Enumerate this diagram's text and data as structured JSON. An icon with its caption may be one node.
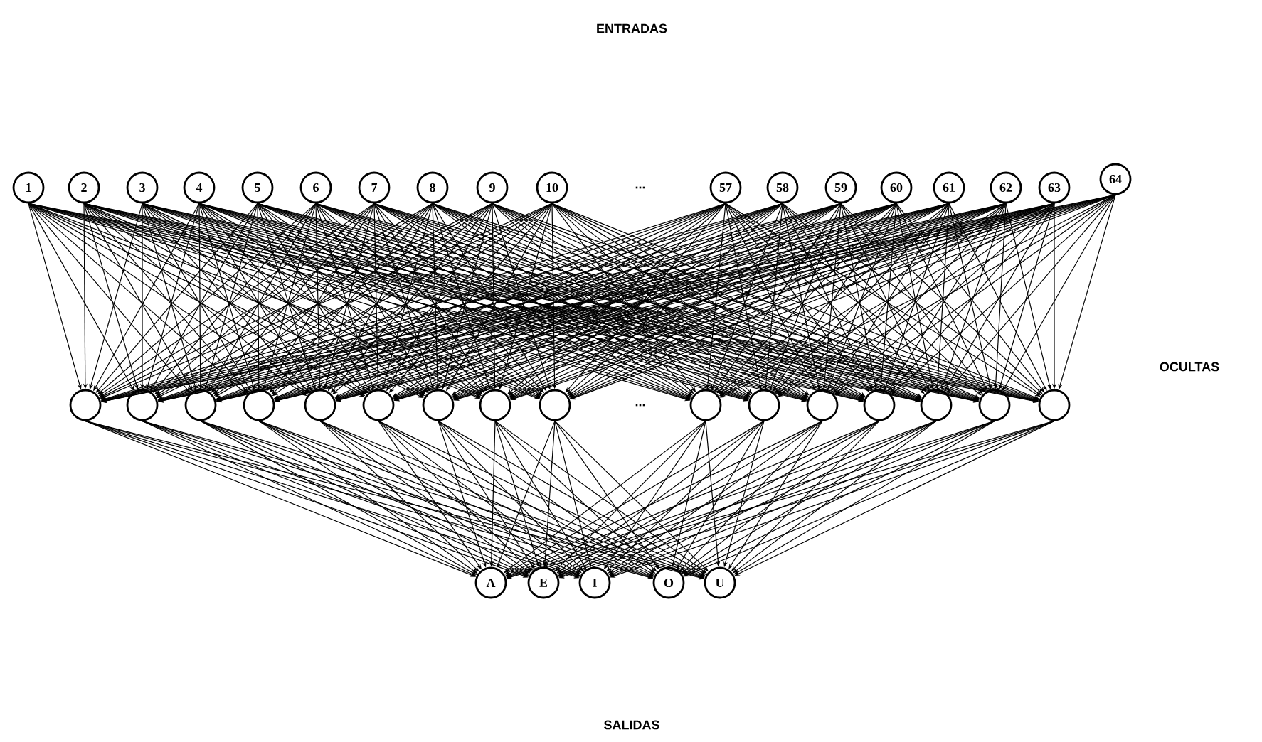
{
  "diagram": {
    "nodes": [
      {
        "text": [
          "1"
        ]
      },
      {
        "text": [
          "2"
        ]
      },
      {
        "text": [
          "3"
        ]
      },
      {
        "text": [
          "4"
        ]
      },
      {
        "text": [
          "5"
        ]
      },
      {
        "text": [
          "6"
        ]
      },
      {
        "text": [
          "7"
        ]
      },
      {
        "text": [
          "8"
        ]
      },
      {
        "text": [
          "9"
        ]
      },
      {
        "text": [
          "10"
        ]
      },
      {
        "text": [
          "57"
        ]
      },
      {
        "text": [
          "58"
        ]
      },
      {
        "text": [
          "59"
        ]
      },
      {
        "text": [
          "60"
        ]
      },
      {
        "text": [
          "61"
        ]
      },
      {
        "text": [
          "62"
        ]
      },
      {
        "text": [
          "63"
        ]
      },
      {
        "text": [
          "64"
        ]
      },
      {
        "text": [],
        "shape": "circle"
      },
      {
        "text": [],
        "shape": "circle"
      },
      {
        "text": [],
        "shape": "circle"
      },
      {
        "text": [],
        "shape": "circle"
      },
      {
        "text": [],
        "shape": "circle"
      },
      {
        "text": [],
        "shape": "circle"
      },
      {
        "text": [],
        "shape": "circle"
      },
      {
        "text": [],
        "shape": "circle"
      },
      {
        "text": [],
        "shape": "circle"
      },
      {
        "text": [],
        "shape": "circle"
      },
      {
        "text": [],
        "shape": "circle"
      },
      {
        "text": [],
        "shape": "circle"
      },
      {
        "text": [],
        "shape": "circle"
      },
      {
        "text": [],
        "shape": "circle"
      },
      {
        "text": [],
        "shape": "circle"
      },
      {
        "text": [],
        "shape": "circle"
      },
      {
        "text": [
          "A"
        ]
      },
      {
        "text": [
          "E"
        ]
      },
      {
        "text": [
          "I"
        ]
      },
      {
        "text": [
          "O"
        ]
      },
      {
        "text": [
          "U"
        ]
      }
    ],
    "edges": [
      {
        "from": 0,
        "to": 18,
        "arrow": "to"
      },
      {
        "from": 0,
        "to": 19,
        "arrow": "to"
      },
      {
        "from": 0,
        "to": 20,
        "arrow": "to"
      },
      {
        "from": 0,
        "to": 21,
        "arrow": "to"
      },
      {
        "from": 0,
        "to": 22,
        "arrow": "to"
      },
      {
        "from": 0,
        "to": 23,
        "arrow": "to"
      },
      {
        "from": 0,
        "to": 24,
        "arrow": "to"
      },
      {
        "from": 0,
        "to": 25,
        "arrow": "to"
      },
      {
        "from": 0,
        "to": 26,
        "arrow": "to"
      },
      {
        "from": 0,
        "to": 27,
        "arrow": "to"
      },
      {
        "from": 0,
        "to": 28,
        "arrow": "to"
      },
      {
        "from": 0,
        "to": 29,
        "arrow": "to"
      },
      {
        "from": 0,
        "to": 30,
        "arrow": "to"
      },
      {
        "from": 0,
        "to": 31,
        "arrow": "to"
      },
      {
        "from": 0,
        "to": 32,
        "arrow": "to"
      },
      {
        "from": 0,
        "to": 33,
        "arrow": "to"
      },
      {
        "from": 1,
        "to": 18,
        "arrow": "to"
      },
      {
        "from": 1,
        "to": 19,
        "arrow": "to"
      },
      {
        "from": 1,
        "to": 20,
        "arrow": "to"
      },
      {
        "from": 1,
        "to": 21,
        "arrow": "to"
      },
      {
        "from": 1,
        "to": 22,
        "arrow": "to"
      },
      {
        "from": 1,
        "to": 23,
        "arrow": "to"
      },
      {
        "from": 1,
        "to": 24,
        "arrow": "to"
      },
      {
        "from": 1,
        "to": 25,
        "arrow": "to"
      },
      {
        "from": 1,
        "to": 26,
        "arrow": "to"
      },
      {
        "from": 1,
        "to": 27,
        "arrow": "to"
      },
      {
        "from": 1,
        "to": 28,
        "arrow": "to"
      },
      {
        "from": 1,
        "to": 29,
        "arrow": "to"
      },
      {
        "from": 1,
        "to": 30,
        "arrow": "to"
      },
      {
        "from": 1,
        "to": 31,
        "arrow": "to"
      },
      {
        "from": 1,
        "to": 32,
        "arrow": "to"
      },
      {
        "from": 1,
        "to": 33,
        "arrow": "to"
      },
      {
        "from": 2,
        "to": 18,
        "arrow": "to"
      },
      {
        "from": 2,
        "to": 19,
        "arrow": "to"
      },
      {
        "from": 2,
        "to": 20,
        "arrow": "to"
      },
      {
        "from": 2,
        "to": 21,
        "arrow": "to"
      },
      {
        "from": 2,
        "to": 22,
        "arrow": "to"
      },
      {
        "from": 2,
        "to": 23,
        "arrow": "to"
      },
      {
        "from": 2,
        "to": 24,
        "arrow": "to"
      },
      {
        "from": 2,
        "to": 25,
        "arrow": "to"
      },
      {
        "from": 2,
        "to": 26,
        "arrow": "to"
      },
      {
        "from": 2,
        "to": 27,
        "arrow": "to"
      },
      {
        "from": 2,
        "to": 28,
        "arrow": "to"
      },
      {
        "from": 2,
        "to": 29,
        "arrow": "to"
      },
      {
        "from": 2,
        "to": 30,
        "arrow": "to"
      },
      {
        "from": 2,
        "to": 31,
        "arrow": "to"
      },
      {
        "from": 2,
        "to": 32,
        "arrow": "to"
      },
      {
        "from": 2,
        "to": 33,
        "arrow": "to"
      },
      {
        "from": 3,
        "to": 18,
        "arrow": "to"
      },
      {
        "from": 3,
        "to": 19,
        "arrow": "to"
      },
      {
        "from": 3,
        "to": 20,
        "arrow": "to"
      },
      {
        "from": 3,
        "to": 21,
        "arrow": "to"
      },
      {
        "from": 3,
        "to": 22,
        "arrow": "to"
      },
      {
        "from": 3,
        "to": 23,
        "arrow": "to"
      },
      {
        "from": 3,
        "to": 24,
        "arrow": "to"
      },
      {
        "from": 3,
        "to": 25,
        "arrow": "to"
      },
      {
        "from": 3,
        "to": 26,
        "arrow": "to"
      },
      {
        "from": 3,
        "to": 27,
        "arrow": "to"
      },
      {
        "from": 3,
        "to": 28,
        "arrow": "to"
      },
      {
        "from": 3,
        "to": 29,
        "arrow": "to"
      },
      {
        "from": 3,
        "to": 30,
        "arrow": "to"
      },
      {
        "from": 3,
        "to": 31,
        "arrow": "to"
      },
      {
        "from": 3,
        "to": 32,
        "arrow": "to"
      },
      {
        "from": 3,
        "to": 33,
        "arrow": "to"
      },
      {
        "from": 4,
        "to": 18,
        "arrow": "to"
      },
      {
        "from": 4,
        "to": 19,
        "arrow": "to"
      },
      {
        "from": 4,
        "to": 20,
        "arrow": "to"
      },
      {
        "from": 4,
        "to": 21,
        "arrow": "to"
      },
      {
        "from": 4,
        "to": 22,
        "arrow": "to"
      },
      {
        "from": 4,
        "to": 23,
        "arrow": "to"
      },
      {
        "from": 4,
        "to": 24,
        "arrow": "to"
      },
      {
        "from": 4,
        "to": 25,
        "arrow": "to"
      },
      {
        "from": 4,
        "to": 26,
        "arrow": "to"
      },
      {
        "from": 4,
        "to": 27,
        "arrow": "to"
      },
      {
        "from": 4,
        "to": 28,
        "arrow": "to"
      },
      {
        "from": 4,
        "to": 29,
        "arrow": "to"
      },
      {
        "from": 4,
        "to": 30,
        "arrow": "to"
      },
      {
        "from": 4,
        "to": 31,
        "arrow": "to"
      },
      {
        "from": 4,
        "to": 32,
        "arrow": "to"
      },
      {
        "from": 4,
        "to": 33,
        "arrow": "to"
      },
      {
        "from": 5,
        "to": 18,
        "arrow": "to"
      },
      {
        "from": 5,
        "to": 19,
        "arrow": "to"
      },
      {
        "from": 5,
        "to": 20,
        "arrow": "to"
      },
      {
        "from": 5,
        "to": 21,
        "arrow": "to"
      },
      {
        "from": 5,
        "to": 22,
        "arrow": "to"
      },
      {
        "from": 5,
        "to": 23,
        "arrow": "to"
      },
      {
        "from": 5,
        "to": 24,
        "arrow": "to"
      },
      {
        "from": 5,
        "to": 25,
        "arrow": "to"
      },
      {
        "from": 5,
        "to": 26,
        "arrow": "to"
      },
      {
        "from": 5,
        "to": 27,
        "arrow": "to"
      },
      {
        "from": 5,
        "to": 28,
        "arrow": "to"
      },
      {
        "from": 5,
        "to": 29,
        "arrow": "to"
      },
      {
        "from": 5,
        "to": 30,
        "arrow": "to"
      },
      {
        "from": 5,
        "to": 31,
        "arrow": "to"
      },
      {
        "from": 5,
        "to": 32,
        "arrow": "to"
      },
      {
        "from": 5,
        "to": 33,
        "arrow": "to"
      },
      {
        "from": 6,
        "to": 18,
        "arrow": "to"
      },
      {
        "from": 6,
        "to": 19,
        "arrow": "to"
      },
      {
        "from": 6,
        "to": 20,
        "arrow": "to"
      },
      {
        "from": 6,
        "to": 21,
        "arrow": "to"
      },
      {
        "from": 6,
        "to": 22,
        "arrow": "to"
      },
      {
        "from": 6,
        "to": 23,
        "arrow": "to"
      },
      {
        "from": 6,
        "to": 24,
        "arrow": "to"
      },
      {
        "from": 6,
        "to": 25,
        "arrow": "to"
      },
      {
        "from": 6,
        "to": 26,
        "arrow": "to"
      },
      {
        "from": 6,
        "to": 27,
        "arrow": "to"
      },
      {
        "from": 6,
        "to": 28,
        "arrow": "to"
      },
      {
        "from": 6,
        "to": 29,
        "arrow": "to"
      },
      {
        "from": 6,
        "to": 30,
        "arrow": "to"
      },
      {
        "from": 6,
        "to": 31,
        "arrow": "to"
      },
      {
        "from": 6,
        "to": 32,
        "arrow": "to"
      },
      {
        "from": 6,
        "to": 33,
        "arrow": "to"
      },
      {
        "from": 7,
        "to": 18,
        "arrow": "to"
      },
      {
        "from": 7,
        "to": 19,
        "arrow": "to"
      },
      {
        "from": 7,
        "to": 20,
        "arrow": "to"
      },
      {
        "from": 7,
        "to": 21,
        "arrow": "to"
      },
      {
        "from": 7,
        "to": 22,
        "arrow": "to"
      },
      {
        "from": 7,
        "to": 23,
        "arrow": "to"
      },
      {
        "from": 7,
        "to": 24,
        "arrow": "to"
      },
      {
        "from": 7,
        "to": 25,
        "arrow": "to"
      },
      {
        "from": 7,
        "to": 26,
        "arrow": "to"
      },
      {
        "from": 7,
        "to": 27,
        "arrow": "to"
      },
      {
        "from": 7,
        "to": 28,
        "arrow": "to"
      },
      {
        "from": 7,
        "to": 29,
        "arrow": "to"
      },
      {
        "from": 7,
        "to": 30,
        "arrow": "to"
      },
      {
        "from": 7,
        "to": 31,
        "arrow": "to"
      },
      {
        "from": 7,
        "to": 32,
        "arrow": "to"
      },
      {
        "from": 7,
        "to": 33,
        "arrow": "to"
      },
      {
        "from": 8,
        "to": 18,
        "arrow": "to"
      },
      {
        "from": 8,
        "to": 19,
        "arrow": "to"
      },
      {
        "from": 8,
        "to": 20,
        "arrow": "to"
      },
      {
        "from": 8,
        "to": 21,
        "arrow": "to"
      },
      {
        "from": 8,
        "to": 22,
        "arrow": "to"
      },
      {
        "from": 8,
        "to": 23,
        "arrow": "to"
      },
      {
        "from": 8,
        "to": 24,
        "arrow": "to"
      },
      {
        "from": 8,
        "to": 25,
        "arrow": "to"
      },
      {
        "from": 8,
        "to": 26,
        "arrow": "to"
      },
      {
        "from": 8,
        "to": 27,
        "arrow": "to"
      },
      {
        "from": 8,
        "to": 28,
        "arrow": "to"
      },
      {
        "from": 8,
        "to": 29,
        "arrow": "to"
      },
      {
        "from": 8,
        "to": 30,
        "arrow": "to"
      },
      {
        "from": 8,
        "to": 31,
        "arrow": "to"
      },
      {
        "from": 8,
        "to": 32,
        "arrow": "to"
      },
      {
        "from": 8,
        "to": 33,
        "arrow": "to"
      },
      {
        "from": 9,
        "to": 18,
        "arrow": "to"
      },
      {
        "from": 9,
        "to": 19,
        "arrow": "to"
      },
      {
        "from": 9,
        "to": 20,
        "arrow": "to"
      },
      {
        "from": 9,
        "to": 21,
        "arrow": "to"
      },
      {
        "from": 9,
        "to": 22,
        "arrow": "to"
      },
      {
        "from": 9,
        "to": 23,
        "arrow": "to"
      },
      {
        "from": 9,
        "to": 24,
        "arrow": "to"
      },
      {
        "from": 9,
        "to": 25,
        "arrow": "to"
      },
      {
        "from": 9,
        "to": 26,
        "arrow": "to"
      },
      {
        "from": 9,
        "to": 27,
        "arrow": "to"
      },
      {
        "from": 9,
        "to": 28,
        "arrow": "to"
      },
      {
        "from": 9,
        "to": 29,
        "arrow": "to"
      },
      {
        "from": 9,
        "to": 30,
        "arrow": "to"
      },
      {
        "from": 9,
        "to": 31,
        "arrow": "to"
      },
      {
        "from": 9,
        "to": 32,
        "arrow": "to"
      },
      {
        "from": 9,
        "to": 33,
        "arrow": "to"
      },
      {
        "from": 10,
        "to": 18,
        "arrow": "to"
      },
      {
        "from": 10,
        "to": 19,
        "arrow": "to"
      },
      {
        "from": 10,
        "to": 20,
        "arrow": "to"
      },
      {
        "from": 10,
        "to": 21,
        "arrow": "to"
      },
      {
        "from": 10,
        "to": 22,
        "arrow": "to"
      },
      {
        "from": 10,
        "to": 23,
        "arrow": "to"
      },
      {
        "from": 10,
        "to": 24,
        "arrow": "to"
      },
      {
        "from": 10,
        "to": 25,
        "arrow": "to"
      },
      {
        "from": 10,
        "to": 26,
        "arrow": "to"
      },
      {
        "from": 10,
        "to": 27,
        "arrow": "to"
      },
      {
        "from": 10,
        "to": 28,
        "arrow": "to"
      },
      {
        "from": 10,
        "to": 29,
        "arrow": "to"
      },
      {
        "from": 10,
        "to": 30,
        "arrow": "to"
      },
      {
        "from": 10,
        "to": 31,
        "arrow": "to"
      },
      {
        "from": 10,
        "to": 32,
        "arrow": "to"
      },
      {
        "from": 10,
        "to": 33,
        "arrow": "to"
      },
      {
        "from": 11,
        "to": 18,
        "arrow": "to"
      },
      {
        "from": 11,
        "to": 19,
        "arrow": "to"
      },
      {
        "from": 11,
        "to": 20,
        "arrow": "to"
      },
      {
        "from": 11,
        "to": 21,
        "arrow": "to"
      },
      {
        "from": 11,
        "to": 22,
        "arrow": "to"
      },
      {
        "from": 11,
        "to": 23,
        "arrow": "to"
      },
      {
        "from": 11,
        "to": 24,
        "arrow": "to"
      },
      {
        "from": 11,
        "to": 25,
        "arrow": "to"
      },
      {
        "from": 11,
        "to": 26,
        "arrow": "to"
      },
      {
        "from": 11,
        "to": 27,
        "arrow": "to"
      },
      {
        "from": 11,
        "to": 28,
        "arrow": "to"
      },
      {
        "from": 11,
        "to": 29,
        "arrow": "to"
      },
      {
        "from": 11,
        "to": 30,
        "arrow": "to"
      },
      {
        "from": 11,
        "to": 31,
        "arrow": "to"
      },
      {
        "from": 11,
        "to": 32,
        "arrow": "to"
      },
      {
        "from": 11,
        "to": 33,
        "arrow": "to"
      },
      {
        "from": 12,
        "to": 18,
        "arrow": "to"
      },
      {
        "from": 12,
        "to": 19,
        "arrow": "to"
      },
      {
        "from": 12,
        "to": 20,
        "arrow": "to"
      },
      {
        "from": 12,
        "to": 21,
        "arrow": "to"
      },
      {
        "from": 12,
        "to": 22,
        "arrow": "to"
      },
      {
        "from": 12,
        "to": 23,
        "arrow": "to"
      },
      {
        "from": 12,
        "to": 24,
        "arrow": "to"
      },
      {
        "from": 12,
        "to": 25,
        "arrow": "to"
      },
      {
        "from": 12,
        "to": 26,
        "arrow": "to"
      },
      {
        "from": 12,
        "to": 27,
        "arrow": "to"
      },
      {
        "from": 12,
        "to": 28,
        "arrow": "to"
      },
      {
        "from": 12,
        "to": 29,
        "arrow": "to"
      },
      {
        "from": 12,
        "to": 30,
        "arrow": "to"
      },
      {
        "from": 12,
        "to": 31,
        "arrow": "to"
      },
      {
        "from": 12,
        "to": 32,
        "arrow": "to"
      },
      {
        "from": 12,
        "to": 33,
        "arrow": "to"
      },
      {
        "from": 13,
        "to": 18,
        "arrow": "to"
      },
      {
        "from": 13,
        "to": 19,
        "arrow": "to"
      },
      {
        "from": 13,
        "to": 20,
        "arrow": "to"
      },
      {
        "from": 13,
        "to": 21,
        "arrow": "to"
      },
      {
        "from": 13,
        "to": 22,
        "arrow": "to"
      },
      {
        "from": 13,
        "to": 23,
        "arrow": "to"
      },
      {
        "from": 13,
        "to": 24,
        "arrow": "to"
      },
      {
        "from": 13,
        "to": 25,
        "arrow": "to"
      },
      {
        "from": 13,
        "to": 26,
        "arrow": "to"
      },
      {
        "from": 13,
        "to": 27,
        "arrow": "to"
      },
      {
        "from": 13,
        "to": 28,
        "arrow": "to"
      },
      {
        "from": 13,
        "to": 29,
        "arrow": "to"
      },
      {
        "from": 13,
        "to": 30,
        "arrow": "to"
      },
      {
        "from": 13,
        "to": 31,
        "arrow": "to"
      },
      {
        "from": 13,
        "to": 32,
        "arrow": "to"
      },
      {
        "from": 13,
        "to": 33,
        "arrow": "to"
      },
      {
        "from": 14,
        "to": 18,
        "arrow": "to"
      },
      {
        "from": 14,
        "to": 19,
        "arrow": "to"
      },
      {
        "from": 14,
        "to": 20,
        "arrow": "to"
      },
      {
        "from": 14,
        "to": 21,
        "arrow": "to"
      },
      {
        "from": 14,
        "to": 22,
        "arrow": "to"
      },
      {
        "from": 14,
        "to": 23,
        "arrow": "to"
      },
      {
        "from": 14,
        "to": 24,
        "arrow": "to"
      },
      {
        "from": 14,
        "to": 25,
        "arrow": "to"
      },
      {
        "from": 14,
        "to": 26,
        "arrow": "to"
      },
      {
        "from": 14,
        "to": 27,
        "arrow": "to"
      },
      {
        "from": 14,
        "to": 28,
        "arrow": "to"
      },
      {
        "from": 14,
        "to": 29,
        "arrow": "to"
      },
      {
        "from": 14,
        "to": 30,
        "arrow": "to"
      },
      {
        "from": 14,
        "to": 31,
        "arrow": "to"
      },
      {
        "from": 14,
        "to": 32,
        "arrow": "to"
      },
      {
        "from": 14,
        "to": 33,
        "arrow": "to"
      },
      {
        "from": 15,
        "to": 18,
        "arrow": "to"
      },
      {
        "from": 15,
        "to": 19,
        "arrow": "to"
      },
      {
        "from": 15,
        "to": 20,
        "arrow": "to"
      },
      {
        "from": 15,
        "to": 21,
        "arrow": "to"
      },
      {
        "from": 15,
        "to": 22,
        "arrow": "to"
      },
      {
        "from": 15,
        "to": 23,
        "arrow": "to"
      },
      {
        "from": 15,
        "to": 24,
        "arrow": "to"
      },
      {
        "from": 15,
        "to": 25,
        "arrow": "to"
      },
      {
        "from": 15,
        "to": 26,
        "arrow": "to"
      },
      {
        "from": 15,
        "to": 27,
        "arrow": "to"
      },
      {
        "from": 15,
        "to": 28,
        "arrow": "to"
      },
      {
        "from": 15,
        "to": 29,
        "arrow": "to"
      },
      {
        "from": 15,
        "to": 30,
        "arrow": "to"
      },
      {
        "from": 15,
        "to": 31,
        "arrow": "to"
      },
      {
        "from": 15,
        "to": 32,
        "arrow": "to"
      },
      {
        "from": 15,
        "to": 33,
        "arrow": "to"
      },
      {
        "from": 16,
        "to": 18,
        "arrow": "to"
      },
      {
        "from": 16,
        "to": 19,
        "arrow": "to"
      },
      {
        "from": 16,
        "to": 20,
        "arrow": "to"
      },
      {
        "from": 16,
        "to": 21,
        "arrow": "to"
      },
      {
        "from": 16,
        "to": 22,
        "arrow": "to"
      },
      {
        "from": 16,
        "to": 23,
        "arrow": "to"
      },
      {
        "from": 16,
        "to": 24,
        "arrow": "to"
      },
      {
        "from": 16,
        "to": 25,
        "arrow": "to"
      },
      {
        "from": 16,
        "to": 26,
        "arrow": "to"
      },
      {
        "from": 16,
        "to": 27,
        "arrow": "to"
      },
      {
        "from": 16,
        "to": 28,
        "arrow": "to"
      },
      {
        "from": 16,
        "to": 29,
        "arrow": "to"
      },
      {
        "from": 16,
        "to": 30,
        "arrow": "to"
      },
      {
        "from": 16,
        "to": 31,
        "arrow": "to"
      },
      {
        "from": 16,
        "to": 32,
        "arrow": "to"
      },
      {
        "from": 16,
        "to": 33,
        "arrow": "to"
      },
      {
        "from": 17,
        "to": 18,
        "arrow": "to"
      },
      {
        "from": 17,
        "to": 19,
        "arrow": "to"
      },
      {
        "from": 17,
        "to": 20,
        "arrow": "to"
      },
      {
        "from": 17,
        "to": 21,
        "arrow": "to"
      },
      {
        "from": 17,
        "to": 22,
        "arrow": "to"
      },
      {
        "from": 17,
        "to": 23,
        "arrow": "to"
      },
      {
        "from": 17,
        "to": 24,
        "arrow": "to"
      },
      {
        "from": 17,
        "to": 25,
        "arrow": "to"
      },
      {
        "from": 17,
        "to": 26,
        "arrow": "to"
      },
      {
        "from": 17,
        "to": 27,
        "arrow": "to"
      },
      {
        "from": 17,
        "to": 28,
        "arrow": "to"
      },
      {
        "from": 17,
        "to": 29,
        "arrow": "to"
      },
      {
        "from": 17,
        "to": 30,
        "arrow": "to"
      },
      {
        "from": 17,
        "to": 31,
        "arrow": "to"
      },
      {
        "from": 17,
        "to": 32,
        "arrow": "to"
      },
      {
        "from": 17,
        "to": 33,
        "arrow": "to"
      },
      {
        "from": 18,
        "to": 34,
        "arrow": "to"
      },
      {
        "from": 18,
        "to": 35,
        "arrow": "to"
      },
      {
        "from": 18,
        "to": 36,
        "arrow": "to"
      },
      {
        "from": 18,
        "to": 37,
        "arrow": "to"
      },
      {
        "from": 18,
        "to": 38,
        "arrow": "to"
      },
      {
        "from": 19,
        "to": 34,
        "arrow": "to"
      },
      {
        "from": 19,
        "to": 35,
        "arrow": "to"
      },
      {
        "from": 19,
        "to": 36,
        "arrow": "to"
      },
      {
        "from": 19,
        "to": 37,
        "arrow": "to"
      },
      {
        "from": 19,
        "to": 38,
        "arrow": "to"
      },
      {
        "from": 20,
        "to": 34,
        "arrow": "to"
      },
      {
        "from": 20,
        "to": 35,
        "arrow": "to"
      },
      {
        "from": 20,
        "to": 36,
        "arrow": "to"
      },
      {
        "from": 20,
        "to": 37,
        "arrow": "to"
      },
      {
        "from": 20,
        "to": 38,
        "arrow": "to"
      },
      {
        "from": 21,
        "to": 34,
        "arrow": "to"
      },
      {
        "from": 21,
        "to": 35,
        "arrow": "to"
      },
      {
        "from": 21,
        "to": 36,
        "arrow": "to"
      },
      {
        "from": 21,
        "to": 37,
        "arrow": "to"
      },
      {
        "from": 21,
        "to": 38,
        "arrow": "to"
      },
      {
        "from": 22,
        "to": 34,
        "arrow": "to"
      },
      {
        "from": 22,
        "to": 35,
        "arrow": "to"
      },
      {
        "from": 22,
        "to": 36,
        "arrow": "to"
      },
      {
        "from": 22,
        "to": 37,
        "arrow": "to"
      },
      {
        "from": 22,
        "to": 38,
        "arrow": "to"
      },
      {
        "from": 23,
        "to": 34,
        "arrow": "to"
      },
      {
        "from": 23,
        "to": 35,
        "arrow": "to"
      },
      {
        "from": 23,
        "to": 36,
        "arrow": "to"
      },
      {
        "from": 23,
        "to": 37,
        "arrow": "to"
      },
      {
        "from": 23,
        "to": 38,
        "arrow": "to"
      },
      {
        "from": 24,
        "to": 34,
        "arrow": "to"
      },
      {
        "from": 24,
        "to": 35,
        "arrow": "to"
      },
      {
        "from": 24,
        "to": 36,
        "arrow": "to"
      },
      {
        "from": 24,
        "to": 37,
        "arrow": "to"
      },
      {
        "from": 24,
        "to": 38,
        "arrow": "to"
      },
      {
        "from": 25,
        "to": 34,
        "arrow": "to"
      },
      {
        "from": 25,
        "to": 35,
        "arrow": "to"
      },
      {
        "from": 25,
        "to": 36,
        "arrow": "to"
      },
      {
        "from": 25,
        "to": 37,
        "arrow": "to"
      },
      {
        "from": 25,
        "to": 38,
        "arrow": "to"
      },
      {
        "from": 26,
        "to": 34,
        "arrow": "to"
      },
      {
        "from": 26,
        "to": 35,
        "arrow": "to"
      },
      {
        "from": 26,
        "to": 36,
        "arrow": "to"
      },
      {
        "from": 26,
        "to": 37,
        "arrow": "to"
      },
      {
        "from": 26,
        "to": 38,
        "arrow": "to"
      },
      {
        "from": 27,
        "to": 34,
        "arrow": "to"
      },
      {
        "from": 27,
        "to": 35,
        "arrow": "to"
      },
      {
        "from": 27,
        "to": 36,
        "arrow": "to"
      },
      {
        "from": 27,
        "to": 37,
        "arrow": "to"
      },
      {
        "from": 27,
        "to": 38,
        "arrow": "to"
      },
      {
        "from": 28,
        "to": 34,
        "arrow": "to"
      },
      {
        "from": 28,
        "to": 35,
        "arrow": "to"
      },
      {
        "from": 28,
        "to": 36,
        "arrow": "to"
      },
      {
        "from": 28,
        "to": 37,
        "arrow": "to"
      },
      {
        "from": 28,
        "to": 38,
        "arrow": "to"
      },
      {
        "from": 29,
        "to": 34,
        "arrow": "to"
      },
      {
        "from": 29,
        "to": 35,
        "arrow": "to"
      },
      {
        "from": 29,
        "to": 36,
        "arrow": "to"
      },
      {
        "from": 29,
        "to": 37,
        "arrow": "to"
      },
      {
        "from": 29,
        "to": 38,
        "arrow": "to"
      },
      {
        "from": 30,
        "to": 34,
        "arrow": "to"
      },
      {
        "from": 30,
        "to": 35,
        "arrow": "to"
      },
      {
        "from": 30,
        "to": 36,
        "arrow": "to"
      },
      {
        "from": 30,
        "to": 37,
        "arrow": "to"
      },
      {
        "from": 30,
        "to": 38,
        "arrow": "to"
      },
      {
        "from": 31,
        "to": 34,
        "arrow": "to"
      },
      {
        "from": 31,
        "to": 35,
        "arrow": "to"
      },
      {
        "from": 31,
        "to": 36,
        "arrow": "to"
      },
      {
        "from": 31,
        "to": 37,
        "arrow": "to"
      },
      {
        "from": 31,
        "to": 38,
        "arrow": "to"
      },
      {
        "from": 32,
        "to": 34,
        "arrow": "to"
      },
      {
        "from": 32,
        "to": 35,
        "arrow": "to"
      },
      {
        "from": 32,
        "to": 36,
        "arrow": "to"
      },
      {
        "from": 32,
        "to": 37,
        "arrow": "to"
      },
      {
        "from": 32,
        "to": 38,
        "arrow": "to"
      },
      {
        "from": 33,
        "to": 34,
        "arrow": "to"
      },
      {
        "from": 33,
        "to": 35,
        "arrow": "to"
      },
      {
        "from": 33,
        "to": 36,
        "arrow": "to"
      },
      {
        "from": 33,
        "to": 37,
        "arrow": "to"
      },
      {
        "from": 33,
        "to": 38,
        "arrow": "to"
      }
    ],
    "labels": [
      "ENTRADAS",
      "...",
      "OCULTAS",
      "...",
      "SALIDAS"
    ]
  }
}
